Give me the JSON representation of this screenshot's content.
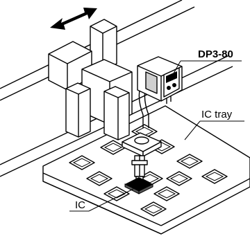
{
  "labels": {
    "sensor": "DP3-80",
    "tray": "IC tray",
    "ic": "IC"
  },
  "colors": {
    "line": "#000000",
    "background": "#ffffff",
    "fill_grey": "#cfcfcf"
  }
}
